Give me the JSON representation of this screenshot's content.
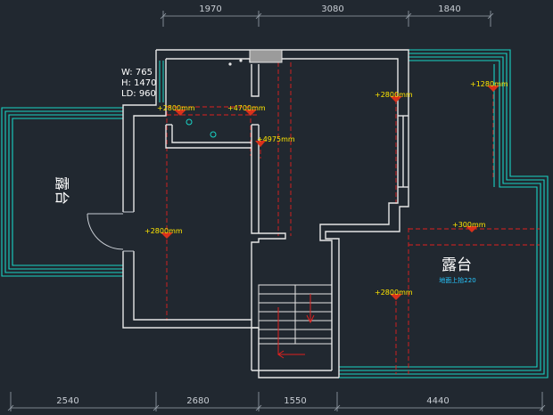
{
  "colors": {
    "background": "#212830",
    "wall": "#e6e6e6",
    "balcony_rail": "#19d3c5",
    "dimension_line": "#9aa3ad",
    "dimension_text": "#c8cdd3",
    "red_guide": "#e0201e",
    "marker_text": "#ffe600",
    "marker_pin": "#d9311b",
    "label_text": "#ffffff",
    "sublabel_text": "#27c7ff",
    "stair_red": "#e0201e"
  },
  "dimensions_top": [
    "1970",
    "3080",
    "1840"
  ],
  "dimensions_bottom": [
    "2540",
    "2680",
    "1550",
    "4440"
  ],
  "window_info": [
    "W: 765",
    "H: 1470",
    "LD: 960"
  ],
  "height_markers": [
    {
      "label": "+2800mm"
    },
    {
      "label": "+4700mm"
    },
    {
      "label": "+4975mm"
    },
    {
      "label": "+2800mm"
    },
    {
      "label": "+1280mm"
    },
    {
      "label": "+2800mm"
    },
    {
      "label": "+300mm"
    },
    {
      "label": "+2800mm"
    }
  ],
  "rooms": {
    "left_balcony": "露台",
    "right_terrace": "露台",
    "right_terrace_note": "地面上抬220"
  }
}
